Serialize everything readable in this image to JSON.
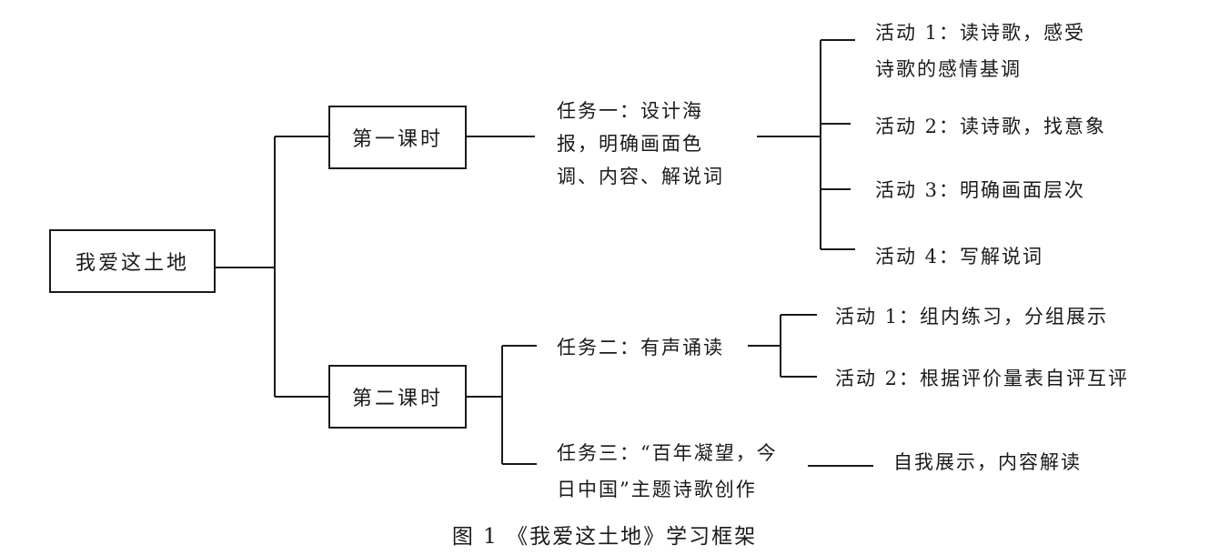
{
  "root": {
    "label": "我爱这土地"
  },
  "lessons": [
    {
      "label": "第一课时"
    },
    {
      "label": "第二课时"
    }
  ],
  "tasks": [
    {
      "lines": [
        "任务一：设计海",
        "报，明确画面色",
        "调、内容、解说词"
      ]
    },
    {
      "lines": [
        "任务二：有声诵读"
      ]
    },
    {
      "lines": [
        "任务三：“百年凝望，今",
        "日中国”主题诗歌创作"
      ]
    }
  ],
  "activities": {
    "task1": [
      {
        "lines": [
          "活动 1：读诗歌，感受",
          "诗歌的感情基调"
        ]
      },
      {
        "lines": [
          "活动 2：读诗歌，找意象"
        ]
      },
      {
        "lines": [
          "活动 3：明确画面层次"
        ]
      },
      {
        "lines": [
          "活动 4：写解说词"
        ]
      }
    ],
    "task2": [
      {
        "lines": [
          "活动 1：组内练习，分组展示"
        ]
      },
      {
        "lines": [
          "活动 2：根据评价量表自评互评"
        ]
      }
    ],
    "task3": [
      {
        "lines": [
          "自我展示，内容解读"
        ]
      }
    ]
  },
  "caption": "图 1 《我爱这土地》学习框架"
}
